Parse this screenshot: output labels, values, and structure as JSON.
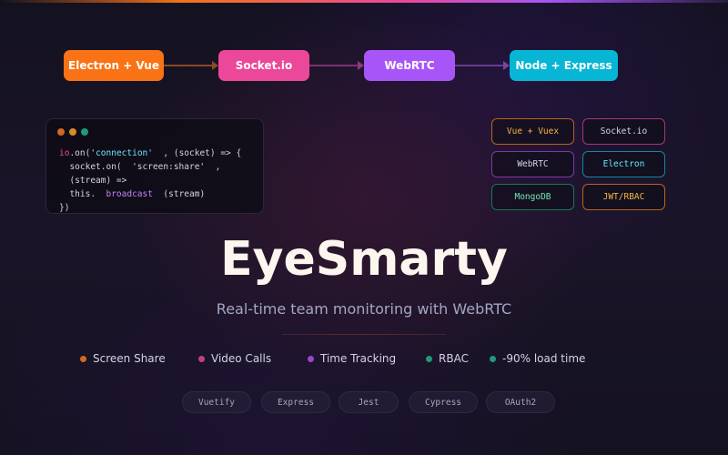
{
  "flow": {
    "nodes": [
      {
        "label": "Electron + Vue",
        "color": "#f97316"
      },
      {
        "label": "Socket.io",
        "color": "#ec4899"
      },
      {
        "label": "WebRTC",
        "color": "#a855f7"
      },
      {
        "label": "Node + Express",
        "color": "#06b6d4"
      }
    ]
  },
  "code_window": {
    "dots": [
      "#f97316",
      "#f59e0b",
      "#10b981"
    ],
    "lines": {
      "l1_kw": "io",
      "l1_a": ".on(",
      "l1_str": "'connection'",
      "l1_b": "  , (socket) => {",
      "l2_a": "  socket.on(  ",
      "l2_str": "'screen:share'",
      "l2_b": "  ,",
      "l3": "  (stream) =>",
      "l4_a": "  this.  ",
      "l4_fn": "broadcast",
      "l4_b": "  (stream)",
      "l5": "})"
    }
  },
  "tech_tags": [
    {
      "label": "Vue + Vuex",
      "color": "#f97316",
      "text": "#fbbf24"
    },
    {
      "label": "Socket.io",
      "color": "#ec4899",
      "text": "#d4d4e4"
    },
    {
      "label": "WebRTC",
      "color": "#a855f7",
      "text": "#d4d4e4"
    },
    {
      "label": "Electron",
      "color": "#06b6d4",
      "text": "#67e8f9"
    },
    {
      "label": "MongoDB",
      "color": "#10b981",
      "text": "#6ee7b7"
    },
    {
      "label": "JWT/RBAC",
      "color": "#f97316",
      "text": "#fbbf24"
    }
  ],
  "hero": {
    "title": "EyeSmarty",
    "subtitle": "Real-time team monitoring with WebRTC"
  },
  "features": [
    {
      "label": "Screen Share",
      "color": "#f97316"
    },
    {
      "label": "Video Calls",
      "color": "#ec4899"
    },
    {
      "label": "Time Tracking",
      "color": "#a855f7"
    },
    {
      "label": "RBAC",
      "color": "#10b981"
    },
    {
      "label": "-90% load time",
      "color": "#10b981"
    }
  ],
  "chips": [
    "Vuetify",
    "Express",
    "Jest",
    "Cypress",
    "OAuth2"
  ]
}
